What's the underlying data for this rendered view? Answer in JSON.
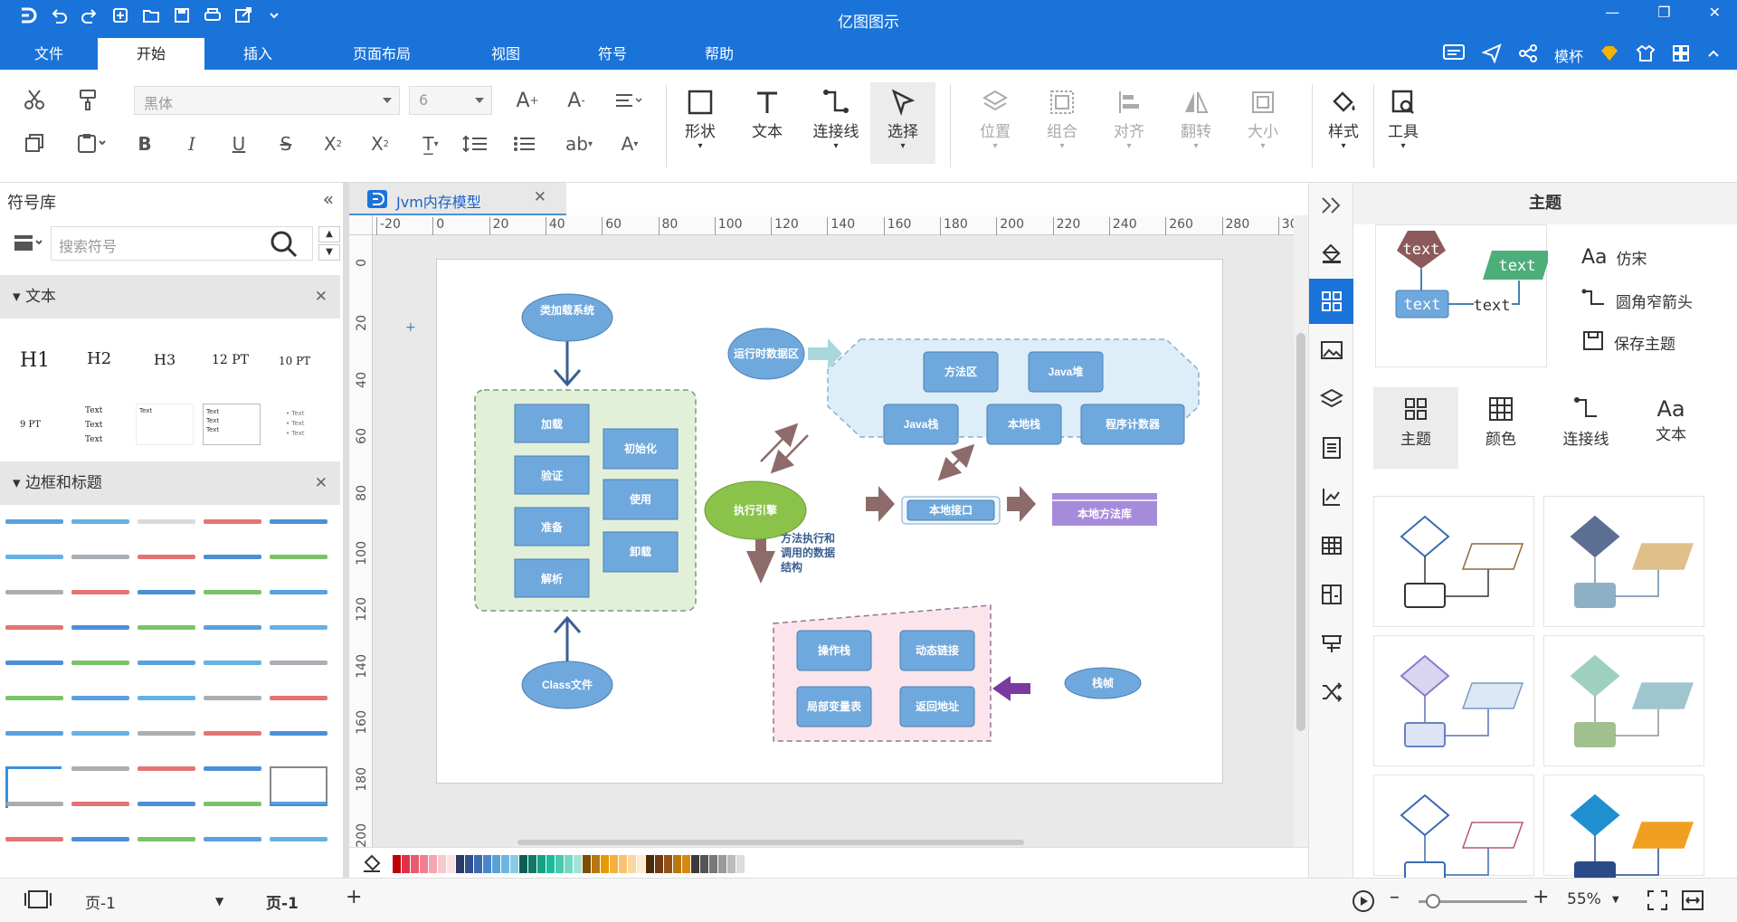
{
  "app": {
    "title": "亿图图示"
  },
  "menu": {
    "items": [
      "文件",
      "开始",
      "插入",
      "页面布局",
      "视图",
      "符号",
      "帮助"
    ],
    "user": "模杯"
  },
  "ribbon": {
    "font": "黑体",
    "size": "6",
    "big": [
      {
        "label": "形状",
        "icon": "rectangle-icon"
      },
      {
        "label": "文本",
        "icon": "text-T-icon"
      },
      {
        "label": "连接线",
        "icon": "connector-icon"
      },
      {
        "label": "选择",
        "icon": "pointer-icon"
      }
    ],
    "arrange": [
      "位置",
      "组合",
      "对齐",
      "翻转",
      "大小"
    ],
    "style": "样式",
    "tools": "工具"
  },
  "left": {
    "title": "符号库",
    "search_placeholder": "搜索符号",
    "sec_text": "文本",
    "sec_border": "边框和标题",
    "text_samples": [
      "H1",
      "H2",
      "H3",
      "12 PT",
      "10 PT",
      "9 PT"
    ],
    "small_lines": [
      "Text",
      "Text",
      "Text"
    ]
  },
  "doc": {
    "tab": "Jvm内存模型"
  },
  "ruler": {
    "h": [
      "-20",
      "0",
      "20",
      "40",
      "60",
      "80",
      "100",
      "120",
      "140",
      "160",
      "180",
      "200",
      "220",
      "240",
      "260",
      "280",
      "30"
    ],
    "v": [
      "0",
      "20",
      "40",
      "60",
      "80",
      "100",
      "120",
      "140",
      "160",
      "180",
      "200"
    ]
  },
  "diagram": {
    "classloader": "类加载系统",
    "load": "加载",
    "verify": "验证",
    "prepare": "准备",
    "resolve": "解析",
    "init": "初始化",
    "use": "使用",
    "unload": "卸载",
    "classfile": "Class文件",
    "runtime": "运行时数据区",
    "method_area": "方法区",
    "heap": "Java堆",
    "jstack": "Java栈",
    "native_stack": "本地栈",
    "pc": "程序计数器",
    "engine": "执行引擎",
    "native_if": "本地接口",
    "native_lib": "本地方法库",
    "note": [
      "方法执行和",
      "调用的数据",
      "结构"
    ],
    "opstack": "操作栈",
    "dynlink": "动态链接",
    "locals": "局部变量表",
    "retaddr": "返回地址",
    "frame": "栈帧"
  },
  "right": {
    "title": "主题",
    "opts": [
      "仿宋",
      "圆角窄箭头",
      "保存主题"
    ],
    "tabs": [
      "主题",
      "颜色",
      "连接线",
      "文本"
    ],
    "preview_text": "text"
  },
  "status": {
    "page_sel": "页-1",
    "page_tab": "页-1",
    "zoom": "55%"
  },
  "colors": {
    "accent": "#1a73d9",
    "node": "#6fa8dc",
    "node_border": "#4a7fb5",
    "green_bg": "#e2f0d9",
    "blue_bg": "#ddeef8",
    "pink_bg": "#fbe4ec",
    "engine": "#8bc34a",
    "arrow": "#8e6b6b",
    "lib": "#a78bdb"
  }
}
